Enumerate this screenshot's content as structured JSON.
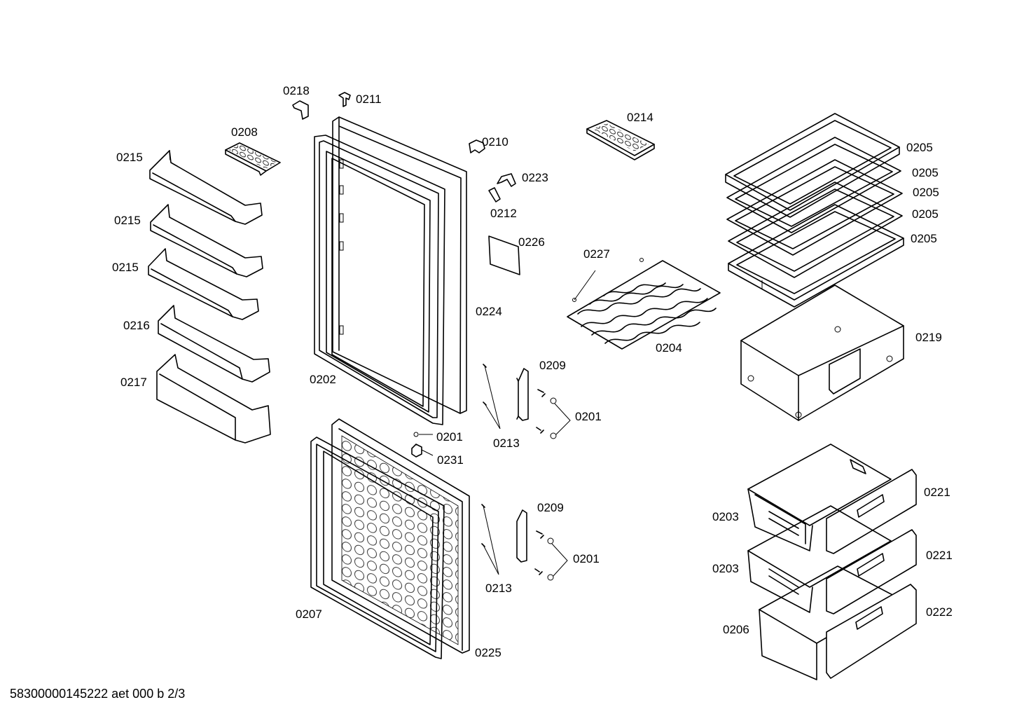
{
  "labels": [
    {
      "id": "0218",
      "text": "0218"
    },
    {
      "id": "0211",
      "text": "0211"
    },
    {
      "id": "0208",
      "text": "0208"
    },
    {
      "id": "0215a",
      "text": "0215"
    },
    {
      "id": "0215b",
      "text": "0215"
    },
    {
      "id": "0215c",
      "text": "0215"
    },
    {
      "id": "0216",
      "text": "0216"
    },
    {
      "id": "0217",
      "text": "0217"
    },
    {
      "id": "0202",
      "text": "0202"
    },
    {
      "id": "0210",
      "text": "0210"
    },
    {
      "id": "0223",
      "text": "0223"
    },
    {
      "id": "0212",
      "text": "0212"
    },
    {
      "id": "0226",
      "text": "0226"
    },
    {
      "id": "0224",
      "text": "0224"
    },
    {
      "id": "0214",
      "text": "0214"
    },
    {
      "id": "0227",
      "text": "0227"
    },
    {
      "id": "0204",
      "text": "0204"
    },
    {
      "id": "0205a",
      "text": "0205"
    },
    {
      "id": "0205b",
      "text": "0205"
    },
    {
      "id": "0205c",
      "text": "0205"
    },
    {
      "id": "0205d",
      "text": "0205"
    },
    {
      "id": "0205e",
      "text": "0205"
    },
    {
      "id": "0219",
      "text": "0219"
    },
    {
      "id": "0209a",
      "text": "0209"
    },
    {
      "id": "0201a",
      "text": "0201"
    },
    {
      "id": "0213a",
      "text": "0213"
    },
    {
      "id": "0201b",
      "text": "0201"
    },
    {
      "id": "0231",
      "text": "0231"
    },
    {
      "id": "0209b",
      "text": "0209"
    },
    {
      "id": "0201c",
      "text": "0201"
    },
    {
      "id": "0213b",
      "text": "0213"
    },
    {
      "id": "0207",
      "text": "0207"
    },
    {
      "id": "0225",
      "text": "0225"
    },
    {
      "id": "0221a",
      "text": "0221"
    },
    {
      "id": "0203a",
      "text": "0203"
    },
    {
      "id": "0221b",
      "text": "0221"
    },
    {
      "id": "0203b",
      "text": "0203"
    },
    {
      "id": "0222",
      "text": "0222"
    },
    {
      "id": "0206",
      "text": "0206"
    }
  ],
  "footer": {
    "text": "58300000145222 aet 000 b 2/3"
  }
}
